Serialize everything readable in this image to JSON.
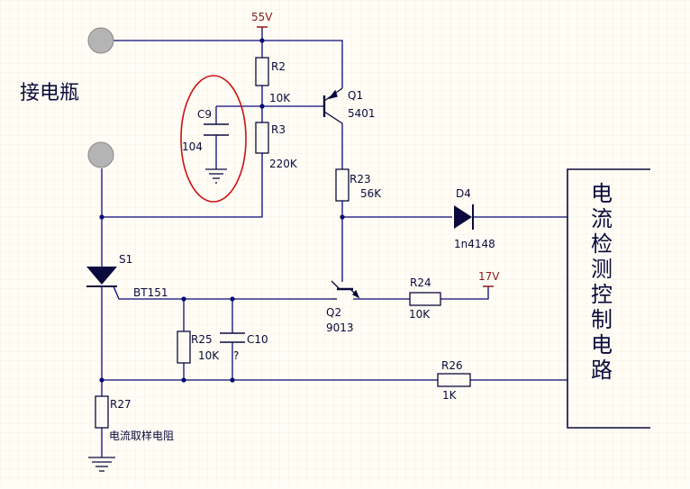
{
  "title": "接电瓶",
  "supply_55v": "55V",
  "supply_17v": "17V",
  "box_label": [
    "电",
    "流",
    "检",
    "测",
    "控",
    "制",
    "电",
    "路"
  ],
  "components": {
    "R2": {
      "name": "R2",
      "value": "10K"
    },
    "R3": {
      "name": "R3",
      "value": "220K"
    },
    "C9": {
      "name": "C9",
      "value": "104"
    },
    "Q1": {
      "name": "Q1",
      "value": "5401"
    },
    "R23": {
      "name": "R23",
      "value": "56K"
    },
    "D4": {
      "name": "D4",
      "value": "1n4148"
    },
    "S1": {
      "name": "S1",
      "value": "BT151"
    },
    "Q2": {
      "name": "Q2",
      "value": "9013"
    },
    "R24": {
      "name": "R24",
      "value": "10K"
    },
    "R25": {
      "name": "R25",
      "value": "10K"
    },
    "C10": {
      "name": "C10",
      "value": "?"
    },
    "R26": {
      "name": "R26",
      "value": "1K"
    },
    "R27": {
      "name": "R27",
      "value": "电流取样电阻"
    }
  },
  "colors": {
    "wire": "#0a0a78",
    "part": "#0a0a3c",
    "supply": "#8b1a1a",
    "highlight": "#cc1111",
    "terminal": "#b4b4b4"
  }
}
